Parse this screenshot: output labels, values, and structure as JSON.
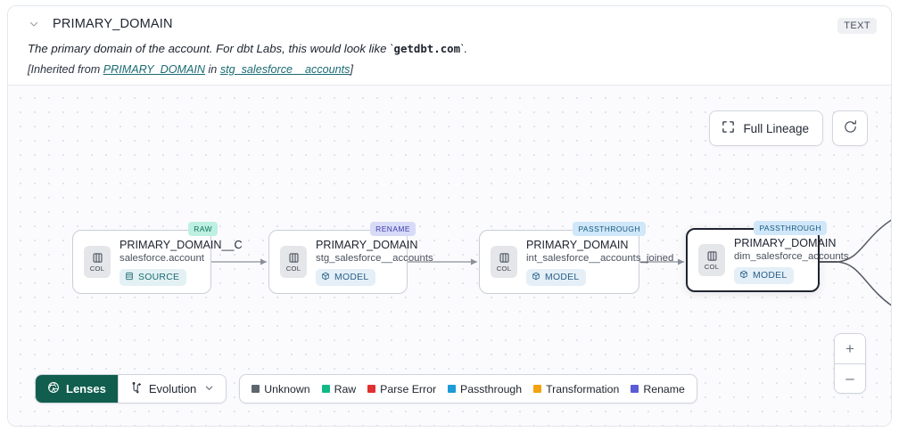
{
  "header": {
    "collapse_icon": "chevron-down-icon",
    "title": "PRIMARY_DOMAIN",
    "type_badge": "TEXT",
    "description_before": "The primary domain of the account. For dbt Labs, this would look like `",
    "description_code": "getdbt.com",
    "description_after": "`.",
    "inherited_prefix": "[Inherited from ",
    "inherited_column": "PRIMARY_DOMAIN",
    "inherited_mid": " in ",
    "inherited_model": "stg_salesforce__accounts",
    "inherited_suffix": "]"
  },
  "toolbar": {
    "full_lineage_label": "Full Lineage",
    "full_lineage_icon": "expand-icon",
    "refresh_icon": "refresh-icon"
  },
  "graph": {
    "nodes": [
      {
        "tag": "RAW",
        "tag_kind": "raw",
        "chip_label": "COL",
        "chip_icon": "column-icon",
        "title": "PRIMARY_DOMAIN__C",
        "subtitle": "salesforce.account",
        "kind_label": "SOURCE",
        "kind_type": "source",
        "kind_icon": "database-icon",
        "selected": false
      },
      {
        "tag": "RENAME",
        "tag_kind": "rename",
        "chip_label": "COL",
        "chip_icon": "column-icon",
        "title": "PRIMARY_DOMAIN",
        "subtitle": "stg_salesforce__accounts",
        "kind_label": "MODEL",
        "kind_type": "model",
        "kind_icon": "cube-icon",
        "selected": false
      },
      {
        "tag": "PASSTHROUGH",
        "tag_kind": "pass",
        "chip_label": "COL",
        "chip_icon": "column-icon",
        "title": "PRIMARY_DOMAIN",
        "subtitle": "int_salesforce__accounts_joined",
        "kind_label": "MODEL",
        "kind_type": "model",
        "kind_icon": "cube-icon",
        "selected": false
      },
      {
        "tag": "PASSTHROUGH",
        "tag_kind": "pass",
        "chip_label": "COL",
        "chip_icon": "column-icon",
        "title": "PRIMARY_DOMAIN",
        "subtitle": "dim_salesforce_accounts",
        "kind_label": "MODEL",
        "kind_type": "model",
        "kind_icon": "cube-icon",
        "selected": true
      }
    ]
  },
  "bottom": {
    "lenses_label": "Lenses",
    "lenses_icon": "aperture-icon",
    "evolution_label": "Evolution",
    "evolution_icon": "evolution-icon",
    "evolution_caret": "chevron-down-icon",
    "legend": [
      {
        "label": "Unknown",
        "color": "#5d6670"
      },
      {
        "label": "Raw",
        "color": "#12b886"
      },
      {
        "label": "Parse Error",
        "color": "#e03131"
      },
      {
        "label": "Passthrough",
        "color": "#1c9bd8"
      },
      {
        "label": "Transformation",
        "color": "#f2a30f"
      },
      {
        "label": "Rename",
        "color": "#5b5bd6"
      }
    ]
  },
  "zoom_controls": {
    "zoom_in": "+",
    "zoom_out": "–"
  }
}
